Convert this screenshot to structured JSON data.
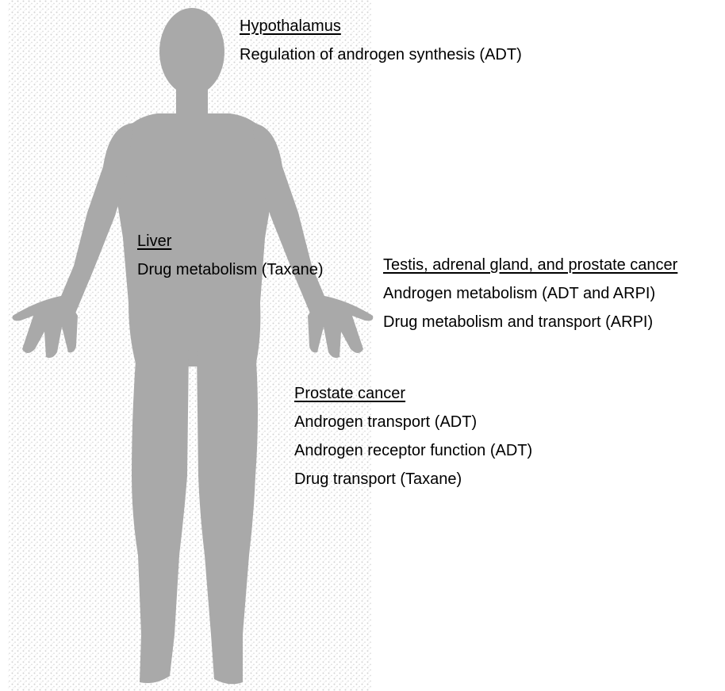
{
  "colors": {
    "background": "#ffffff",
    "texture": "#d2d2d2",
    "silhouette": "#a9a9a9",
    "text": "#000000"
  },
  "annotations": {
    "hypothalamus": {
      "heading": "Hypothalamus",
      "lines": [
        "Regulation of androgen synthesis (ADT)"
      ]
    },
    "liver": {
      "heading": "Liver",
      "lines": [
        "Drug metabolism (Taxane)"
      ]
    },
    "testis_adrenal_prostate": {
      "heading": "Testis, adrenal gland, and prostate cancer",
      "lines": [
        "Androgen metabolism (ADT and ARPI)",
        "Drug metabolism and transport (ARPI)"
      ]
    },
    "prostate_cancer": {
      "heading": "Prostate cancer",
      "lines": [
        "Androgen transport (ADT)",
        "Androgen receptor function (ADT)",
        "Drug transport (Taxane)"
      ]
    }
  }
}
